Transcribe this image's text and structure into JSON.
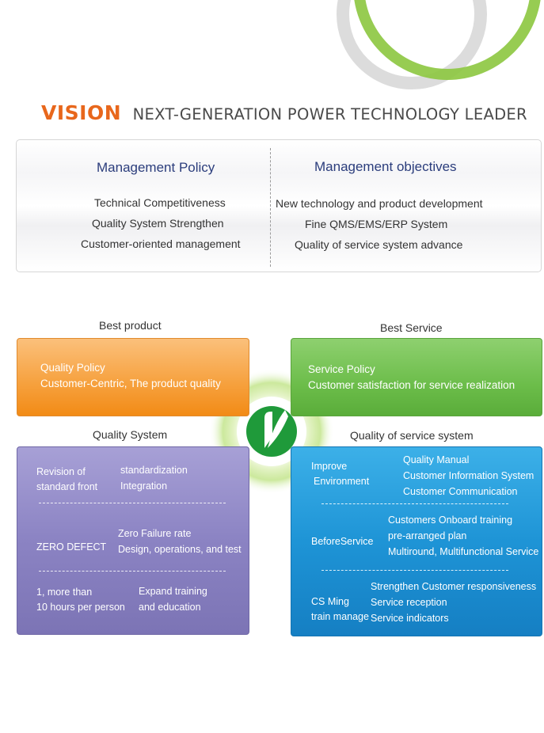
{
  "vision": {
    "word": "VISION",
    "tagline": "NEXT-GENERATION POWER TECHNOLOGY LEADER"
  },
  "policy": {
    "left_title": "Management Policy",
    "left_items": [
      "Technical Competitiveness",
      "Quality System Strengthen",
      "Customer-oriented management"
    ],
    "right_title": "Management objectives",
    "right_items": [
      "New technology and product development",
      "Fine QMS/EMS/ERP System",
      "Quality of service system  advance"
    ]
  },
  "quadrants": {
    "best_product": "Best product",
    "best_service": "Best Service",
    "quality_system": "Quality System",
    "quality_service_system": "Quality of service system"
  },
  "quality_policy": {
    "line1": "Quality Policy",
    "line2": "Customer-Centric, The product quality"
  },
  "service_policy": {
    "line1": "Service Policy",
    "line2": "Customer satisfaction for service realization"
  },
  "quality_system": {
    "row1_label": [
      "Revision of",
      "standard front"
    ],
    "row1_items": [
      "standardization",
      "Integration"
    ],
    "row2_label": "ZERO DEFECT",
    "row2_items": [
      "Zero Failure rate",
      "Design, operations, and test"
    ],
    "row3_label": [
      "1, more than",
      "10 hours per person"
    ],
    "row3_items": [
      "Expand training",
      "and education"
    ],
    "divider": "------------------------------------------------------------"
  },
  "service_system": {
    "row1_label": [
      "Improve",
      "Environment"
    ],
    "row1_items": [
      "Quality Manual",
      "Customer Information System",
      "Customer Communication"
    ],
    "row2_label": "BeforeService",
    "row2_items": [
      "Customers Onboard training",
      "pre-arranged plan",
      "Multiround, Multifunctional Service"
    ],
    "row3_label": [
      "CS Ming",
      "train manage"
    ],
    "row3_items": [
      "Strengthen Customer responsiveness",
      "Service reception",
      "Service indicators"
    ],
    "divider": "-------------------------------------------------------------"
  },
  "colors": {
    "accent_orange": "#e8671c",
    "title_blue": "#2b3d7c",
    "ring_green": "#8cc63f",
    "ring_gray": "#d9d9d9",
    "card_orange": "#f6a03c",
    "card_green": "#6cbd4a",
    "card_purple": "#8b83c3",
    "card_blue": "#1e94d6",
    "logo_green": "#1f9a3a"
  },
  "icons": {
    "logo": "company-leaf-logo",
    "decoration": "concentric-rings"
  }
}
